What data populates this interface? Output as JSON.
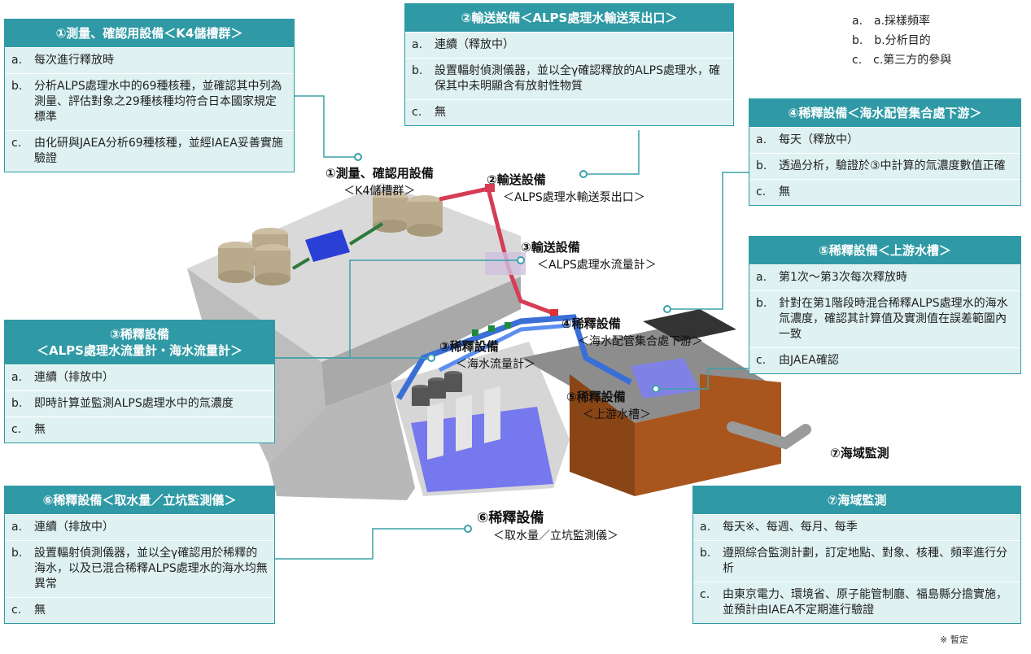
{
  "legend": [
    "a.　a.採樣頻率",
    "b.　b.分析目的",
    "c.　c.第三方的參與"
  ],
  "cards": {
    "c1": {
      "title": "①測量、確認用設備＜K4儲槽群＞",
      "rows": [
        {
          "k": "a.",
          "v": "每次進行釋放時"
        },
        {
          "k": "b.",
          "v": "分析ALPS處理水中的69種核種，並確認其中列為測量、評估對象之29種核種均符合日本國家規定標準"
        },
        {
          "k": "c.",
          "v": "由化研與JAEA分析69種核種，並經IAEA妥善實施驗證"
        }
      ]
    },
    "c2": {
      "title": "②輸送設備＜ALPS處理水輸送泵出口＞",
      "rows": [
        {
          "k": "a.",
          "v": "連續（釋放中）"
        },
        {
          "k": "b.",
          "v": "設置輻射偵測儀器，並以全γ確認釋放的ALPS處理水，確保其中未明顯含有放射性物質"
        },
        {
          "k": "c.",
          "v": "無"
        }
      ]
    },
    "c3": {
      "title": "③稀釋設備\n＜ALPS處理水流量計・海水流量計＞",
      "rows": [
        {
          "k": "a.",
          "v": "連續（排放中）"
        },
        {
          "k": "b.",
          "v": "即時計算並監測ALPS處理水中的氚濃度"
        },
        {
          "k": "c.",
          "v": "無"
        }
      ]
    },
    "c4": {
      "title": "④稀釋設備＜海水配管集合處下游＞",
      "rows": [
        {
          "k": "a.",
          "v": "每天（釋放中）"
        },
        {
          "k": "b.",
          "v": "透過分析，驗證於③中計算的氚濃度數值正確"
        },
        {
          "k": "c.",
          "v": "無"
        }
      ]
    },
    "c5": {
      "title": "⑤稀釋設備＜上游水槽＞",
      "rows": [
        {
          "k": "a.",
          "v": "第1次～第3次每次釋放時"
        },
        {
          "k": "b.",
          "v": "針對在第1階段時混合稀釋ALPS處理水的海水氚濃度，確認其計算值及實測值在誤差範圍內一致"
        },
        {
          "k": "c.",
          "v": "由JAEA確認"
        }
      ]
    },
    "c6": {
      "title": "⑥稀釋設備＜取水量／立坑監測儀＞",
      "rows": [
        {
          "k": "a.",
          "v": "連續（排放中）"
        },
        {
          "k": "b.",
          "v": "設置輻射偵測儀器，並以全γ確認用於稀釋的海水，以及已混合稀釋ALPS處理水的海水均無異常"
        },
        {
          "k": "c.",
          "v": "無"
        }
      ]
    },
    "c7": {
      "title": "⑦海域監測",
      "rows": [
        {
          "k": "a.",
          "v": "每天※、每週、每月、每季"
        },
        {
          "k": "b.",
          "v": "遵照綜合監測計劃，訂定地點、對象、核種、頻率進行分析"
        },
        {
          "k": "c.",
          "v": "由東京電力、環境省、原子能管制廳、福島縣分擔實施，並預計由IAEA不定期進行驗證"
        }
      ]
    }
  },
  "labels": {
    "l1": {
      "t": "①測量、確認用設備",
      "s": "＜K4儲槽群＞"
    },
    "l2": {
      "t": "②輸送設備",
      "s": "＜ALPS處理水輸送泵出口＞"
    },
    "l3a": {
      "t": "③輸送設備",
      "s": "＜ALPS處理水流量計＞"
    },
    "l4": {
      "t": "④稀釋設備",
      "s": "＜海水配管集合處下游＞"
    },
    "l3b": {
      "t": "③稀釋設備",
      "s": "＜海水流量計＞"
    },
    "l5": {
      "t": "⑤稀釋設備",
      "s": "＜上游水槽＞"
    },
    "l7": {
      "t": "⑦海域監測",
      "s": ""
    },
    "l6": {
      "t": "⑥稀釋設備",
      "s": "＜取水量／立坑監測儀＞"
    }
  },
  "note": "※ 暫定",
  "colors": {
    "teal": "#2f9aa5",
    "cardbg": "#dff1f1",
    "pipe_red": "#d63c55",
    "pipe_blue": "#3a6fd8",
    "water": "#6b6ef0",
    "soil": "#a8561e",
    "concrete": "#c9c9c9"
  }
}
